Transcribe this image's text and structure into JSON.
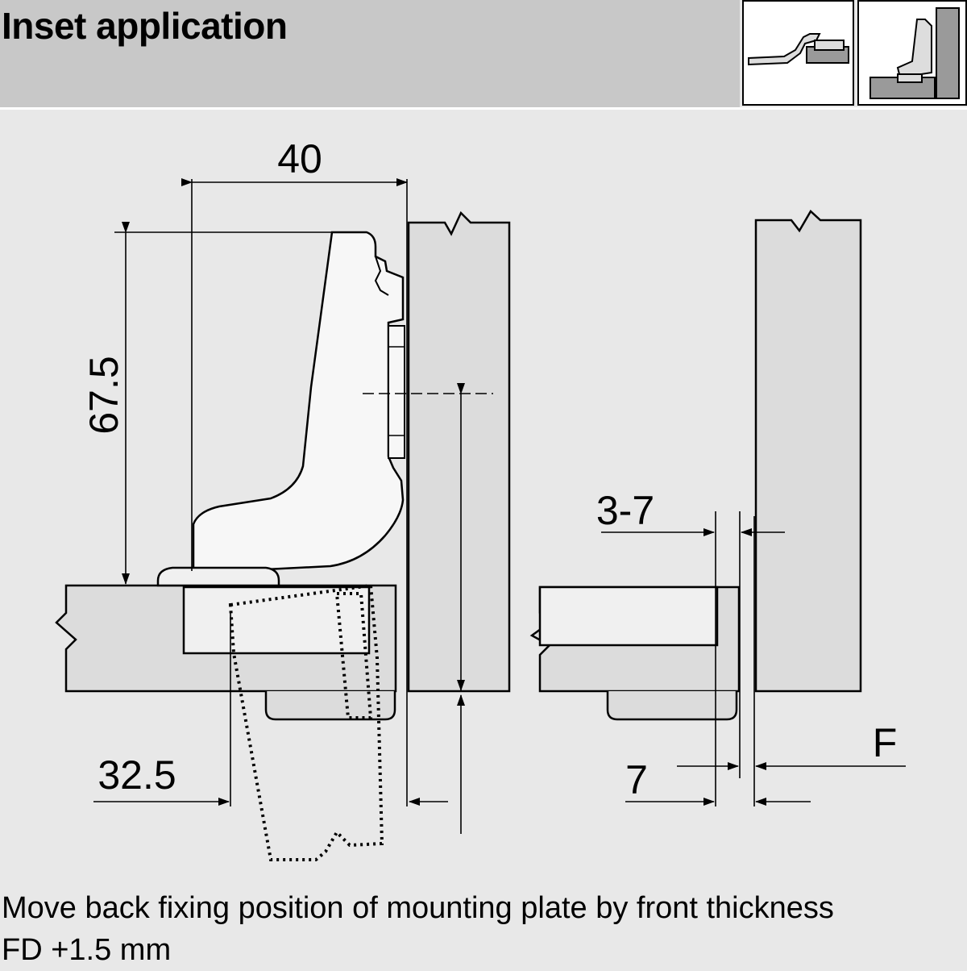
{
  "header": {
    "title": "Inset application"
  },
  "dimensions": {
    "cup_to_wall": "40",
    "hinge_height": "67.5",
    "plate_gap": "3-7",
    "cup_offset": "32.5",
    "door_overhang": "7",
    "front_thickness": "F"
  },
  "caption": {
    "line1": "Move back fixing position of mounting plate by front thickness",
    "line2": "FD +1.5 mm"
  },
  "colors": {
    "panel": "#dcdcdc",
    "header_bg": "#c8c8c8",
    "line": "#000000"
  }
}
